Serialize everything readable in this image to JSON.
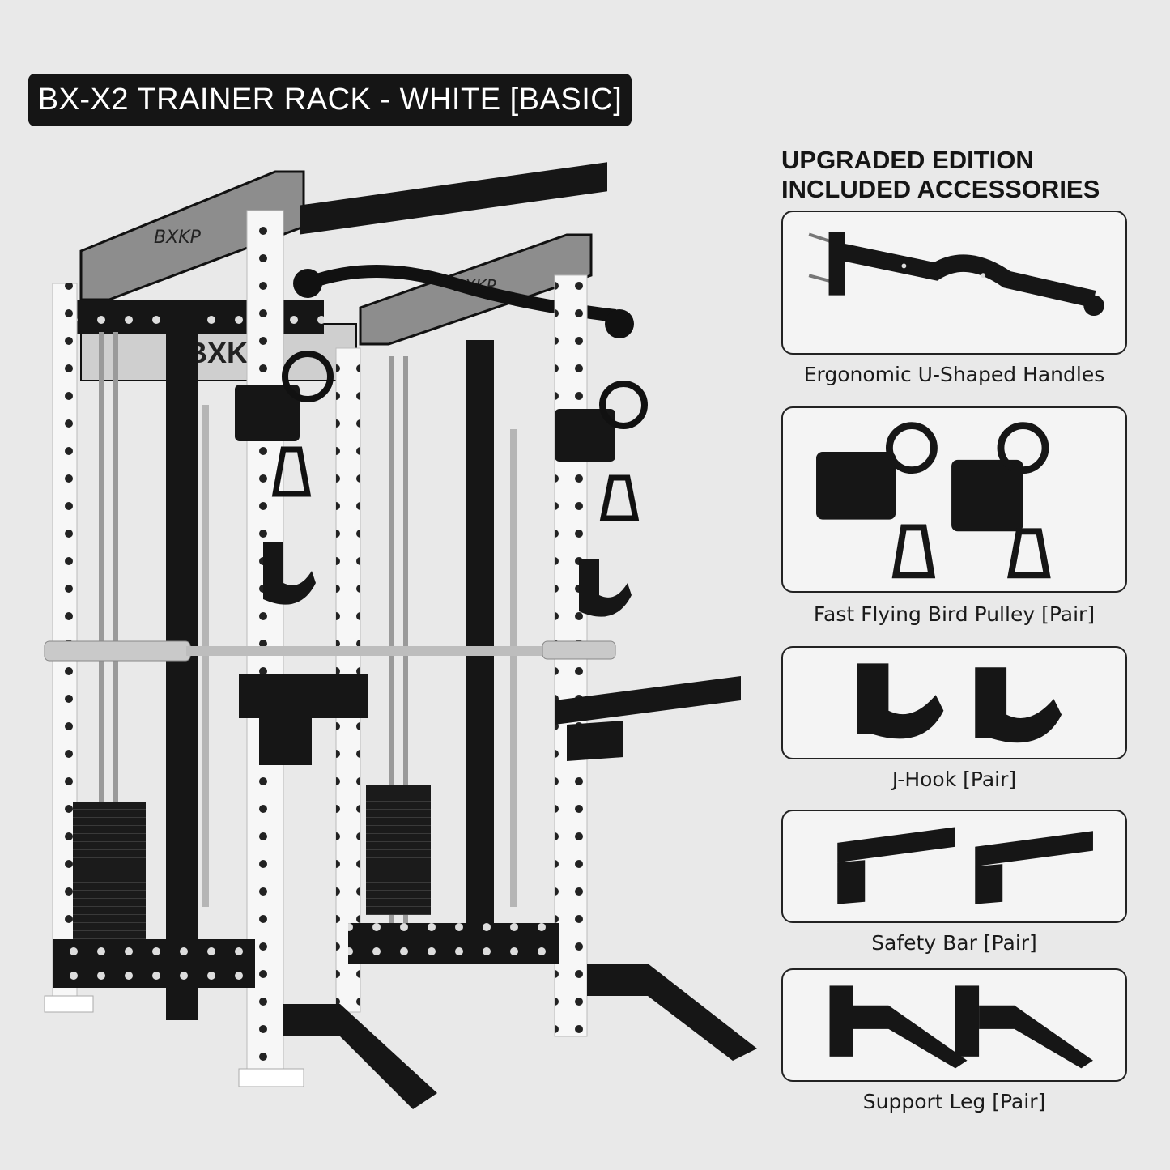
{
  "product": {
    "title": "BX-X2 TRAINER RACK - WHITE [BASIC]",
    "brand_marks": [
      "BXKP",
      "BXKP",
      "BXKI"
    ]
  },
  "accessories": {
    "heading_line1": "UPGRADED EDITION",
    "heading_line2": "INCLUDED ACCESSORIES",
    "items": [
      {
        "label": "Ergonomic U-Shaped Handles",
        "icon": "u-shaped-handle-icon"
      },
      {
        "label": "Fast Flying Bird Pulley [Pair]",
        "icon": "pulley-icon"
      },
      {
        "label": "J-Hook [Pair]",
        "icon": "j-hook-icon"
      },
      {
        "label": "Safety Bar [Pair]",
        "icon": "safety-bar-icon"
      },
      {
        "label": "Support Leg [Pair]",
        "icon": "support-leg-icon"
      }
    ]
  },
  "colors": {
    "background": "#e9e9e9",
    "banner": "#151515",
    "frame_black": "#161616",
    "frame_white": "#f7f7f7",
    "plate_gray": "#8d8d8d"
  }
}
